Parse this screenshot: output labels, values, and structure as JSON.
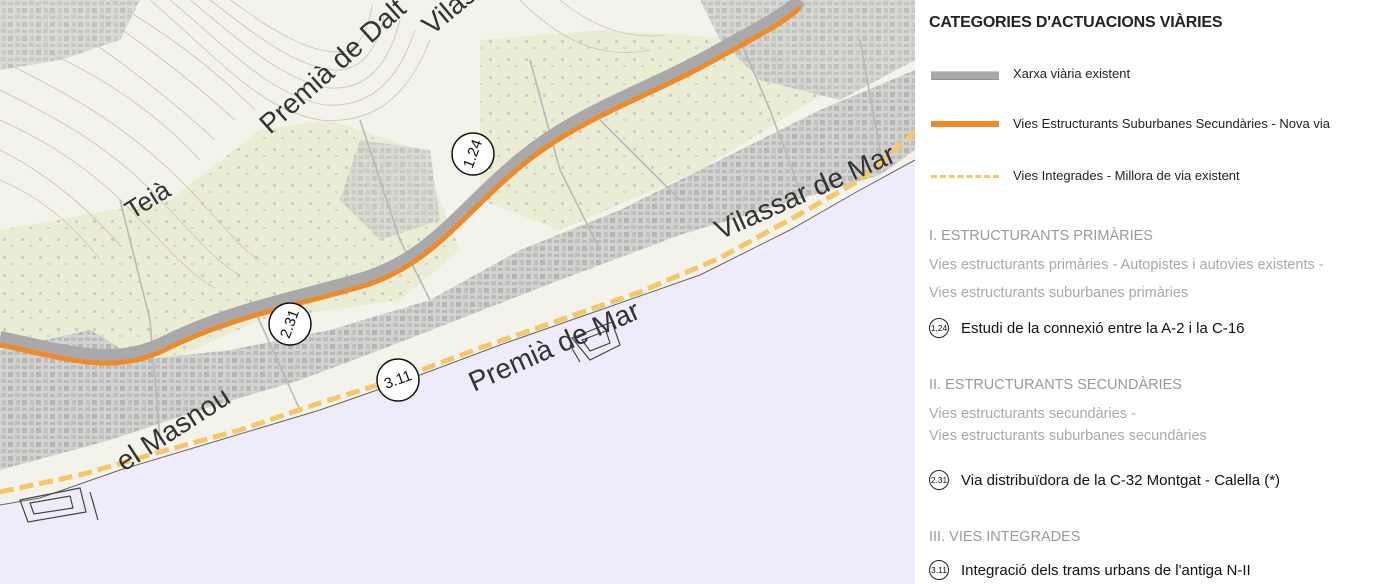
{
  "map": {
    "places": [
      {
        "name": "Teià"
      },
      {
        "name": "Premià de Dalt"
      },
      {
        "name": "Vilassar de Dalt"
      },
      {
        "name": "Vilassar de Mar"
      },
      {
        "name": "Premià de Mar"
      },
      {
        "name": "el Masnou"
      }
    ],
    "badges": [
      "1.24",
      "2.31",
      "3.11"
    ],
    "colors": {
      "sea": "#eeebfb",
      "land": "#f2f2ea",
      "urban": "#cacaca",
      "green": "#e8ebcc",
      "road": "#a9a9ab",
      "new_road": "#ee8a2a",
      "coastal": "#f4c768"
    }
  },
  "legend": {
    "title": "CATEGORIES D'ACTUACIONS VIÀRIES",
    "line_items": [
      {
        "label": "Xarxa viària existent"
      },
      {
        "label": "Vies Estructurants Suburbanes Secundàries - Nova via"
      },
      {
        "label": "Vies Integrades - Millora de via existent"
      }
    ],
    "sections": [
      {
        "heading": "I. ESTRUCTURANTS PRIMÀRIES",
        "desc1": "Vies estructurants primàries - Autopistes i autovies existents -",
        "desc2": "Vies estructurants suburbanes primàries",
        "badge": "1.24",
        "label": "Estudi de la connexió entre la A-2 i la C-16"
      },
      {
        "heading": "II. ESTRUCTURANTS SECUNDÀRIES",
        "desc1": "Vies estructurants secundàries -",
        "desc2": "Vies estructurants suburbanes secundàries",
        "badge": "2.31",
        "label": "Via distribuïdora de la C-32 Montgat - Calella (*)"
      },
      {
        "heading": "III. VIES INTEGRADES",
        "badge": "3.11",
        "label": "Integració dels trams urbans de l'antiga N-II"
      }
    ]
  }
}
